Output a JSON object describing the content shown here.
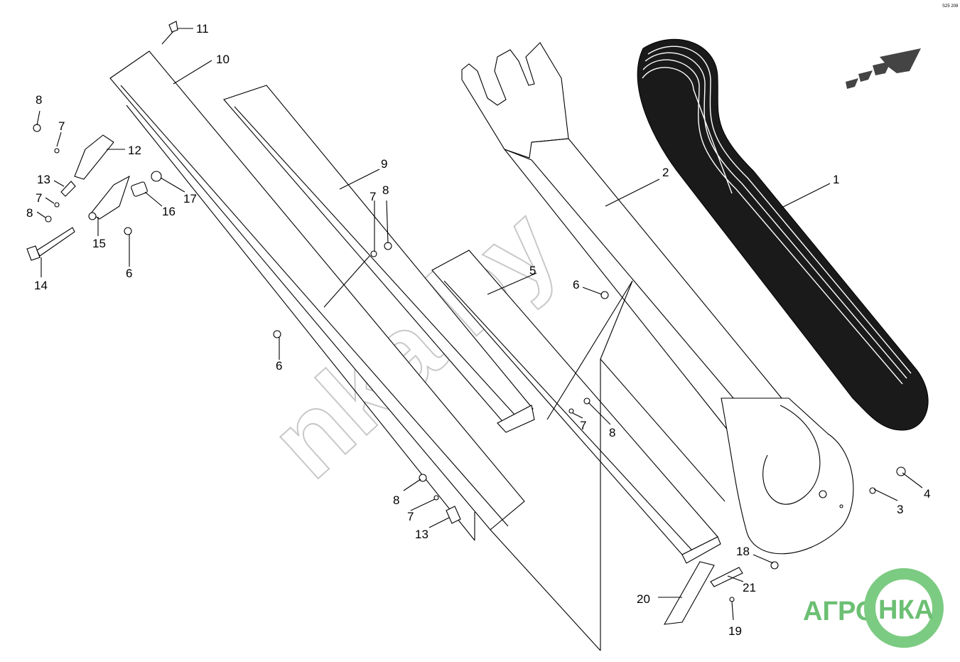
{
  "watermark": {
    "text": "nka.by"
  },
  "logo": {
    "left_text": "АГРО",
    "ring_text": "НКА",
    "color_green": "#6cbf73",
    "color_ring": "#7ccb82"
  },
  "corner_code": "S25 208",
  "callouts": {
    "c1": "1",
    "c2": "2",
    "c3": "3",
    "c4": "4",
    "c5": "5",
    "c6a": "6",
    "c6b": "6",
    "c6c": "6",
    "c7a": "7",
    "c7b": "7",
    "c7c": "7",
    "c7d": "7",
    "c7e": "7",
    "c8a": "8",
    "c8b": "8",
    "c8c": "8",
    "c8d": "8",
    "c8e": "8",
    "c9": "9",
    "c10": "10",
    "c11": "11",
    "c12": "12",
    "c13a": "13",
    "c13b": "13",
    "c14": "14",
    "c15": "15",
    "c16": "16",
    "c17": "17",
    "c18": "18",
    "c19": "19",
    "c20": "20",
    "c21": "21"
  }
}
